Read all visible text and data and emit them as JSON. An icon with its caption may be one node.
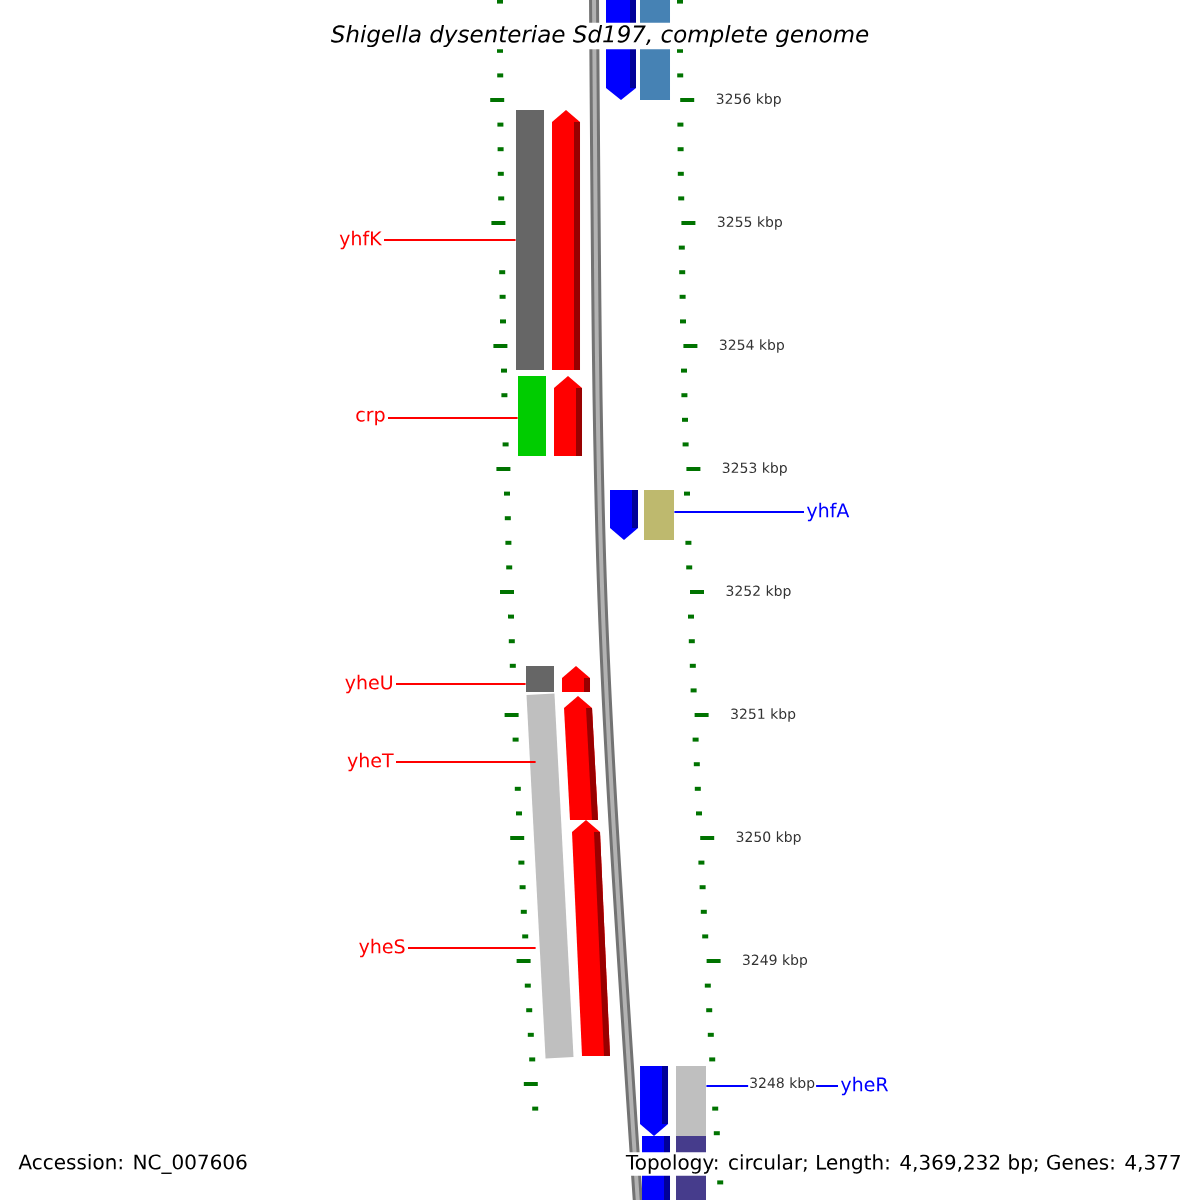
{
  "diagram": {
    "title": "Shigella dysenteriae Sd197, complete genome",
    "nodes": [
      {
        "text": [
          "yhfK"
        ]
      },
      {
        "text": [
          "crp"
        ]
      },
      {
        "text": [
          "yhfA"
        ]
      },
      {
        "text": [
          "yheU"
        ]
      },
      {
        "text": [
          "yheT"
        ]
      },
      {
        "text": [
          "yheS"
        ]
      },
      {
        "text": [
          "yheR"
        ]
      },
      {
        "text": [],
        "shape": "bar"
      },
      {
        "text": [],
        "shape": "bar"
      },
      {
        "text": [],
        "shape": "bar"
      },
      {
        "text": [],
        "shape": "bar"
      },
      {
        "text": [],
        "shape": "bar"
      },
      {
        "text": [],
        "shape": "bar"
      }
    ],
    "edges": [
      {
        "from": 0,
        "to": 7,
        "arrow": "none"
      },
      {
        "from": 1,
        "to": 8,
        "arrow": "none"
      },
      {
        "from": 2,
        "to": 9,
        "arrow": "none",
        "color": "#0000ff"
      },
      {
        "from": 3,
        "to": 10,
        "arrow": "none"
      },
      {
        "from": 4,
        "to": 11,
        "arrow": "none"
      },
      {
        "from": 5,
        "to": 11,
        "arrow": "none"
      },
      {
        "from": 6,
        "to": 12,
        "arrow": "none",
        "color": "#0000ff"
      }
    ],
    "labels": [
      "3256 kbp",
      "3255 kbp",
      "3254 kbp",
      "3253 kbp",
      "3252 kbp",
      "3251 kbp",
      "3250 kbp",
      "3249 kbp",
      "3248 kbp",
      "Accession: NC_007606",
      "Topology: circular; Length: 4,369,232 bp; Genes: 4,377"
    ]
  }
}
